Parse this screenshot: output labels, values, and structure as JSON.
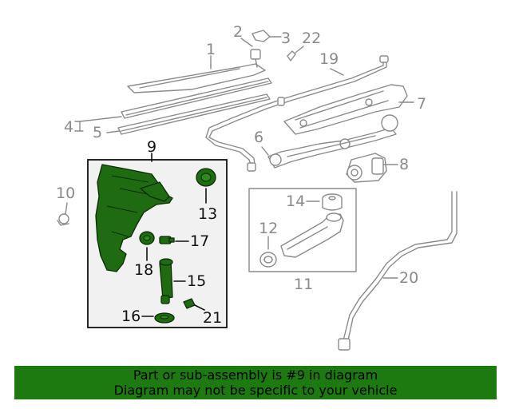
{
  "callouts": {
    "c1": "1",
    "c2": "2",
    "c3": "3",
    "c4": "4",
    "c5": "5",
    "c6": "6",
    "c7": "7",
    "c8": "8",
    "c9": "9",
    "c10": "10",
    "c11": "11",
    "c12": "12",
    "c13": "13",
    "c14": "14",
    "c15": "15",
    "c16": "16",
    "c17": "17",
    "c18": "18",
    "c19": "19",
    "c20": "20",
    "c21": "21",
    "c22": "22"
  },
  "highlighted_part": "9",
  "colors": {
    "highlight": "#1f6b12",
    "banner": "#1d7a10",
    "inactive": "#8a8a8a"
  },
  "banner": {
    "line1": "Part or sub-assembly is #9 in diagram",
    "line2": "Diagram may not be specific to your vehicle"
  }
}
